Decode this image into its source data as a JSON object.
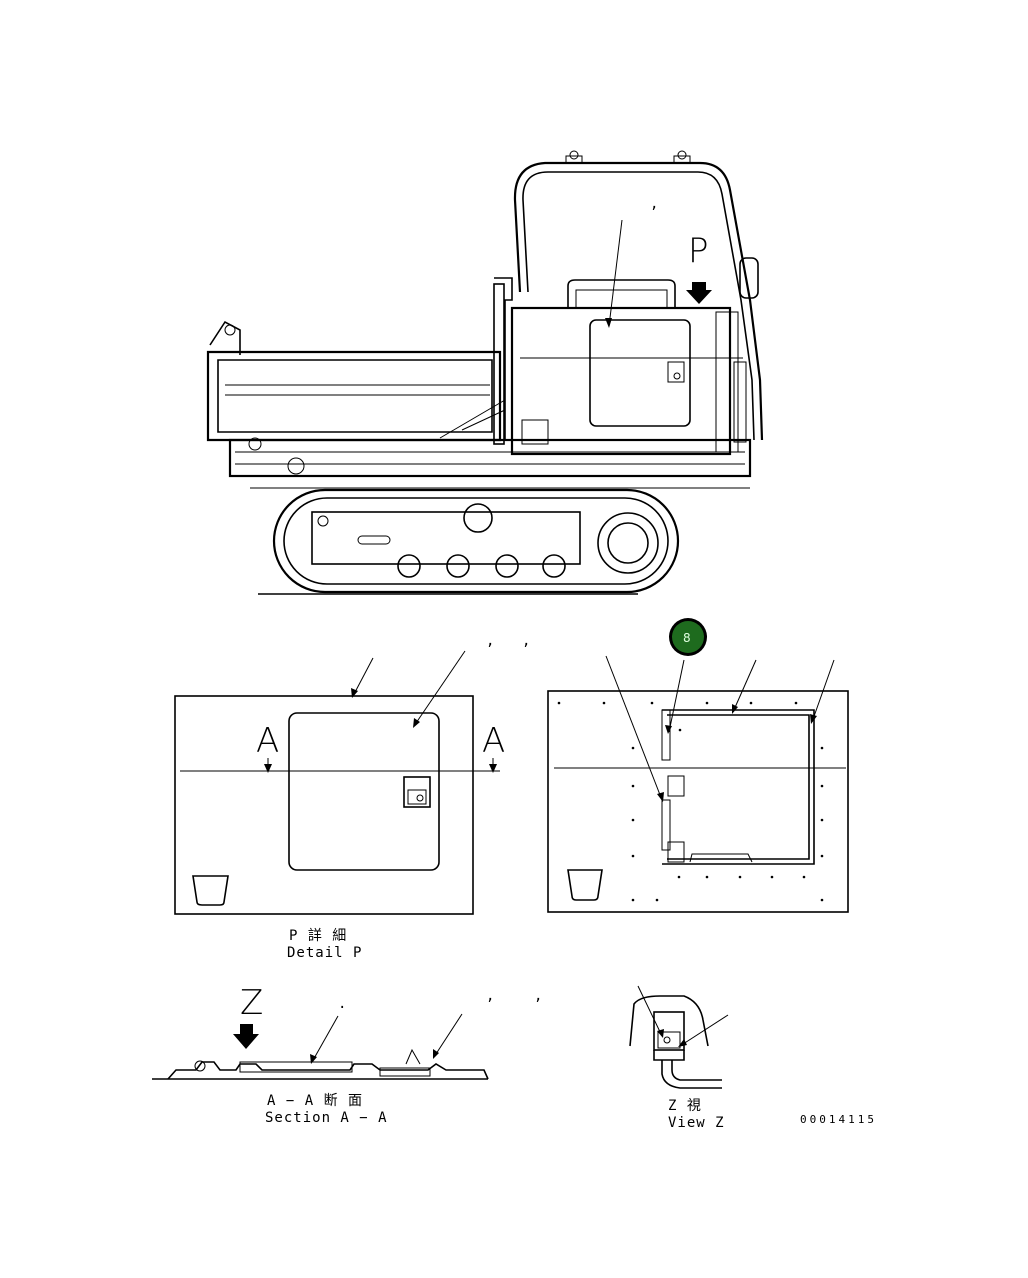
{
  "view_p_marker": "P",
  "detail_p": {
    "title_jp": "P 詳 細",
    "title_en": "Detail P",
    "section_mark_left": "A",
    "section_mark_right": "A"
  },
  "section_aa": {
    "title_jp": "A − A 断 面",
    "title_en": "Section A − A",
    "view_marker": "Z"
  },
  "view_z": {
    "title_jp": "Z 視",
    "title_en": "View Z"
  },
  "callout_bubble": {
    "text": "8",
    "color": "#1e6b1e"
  },
  "drawing_number": "00014115",
  "punctuation_marks": [
    ",",
    ",",
    ",",
    ",",
    ",",
    "."
  ]
}
